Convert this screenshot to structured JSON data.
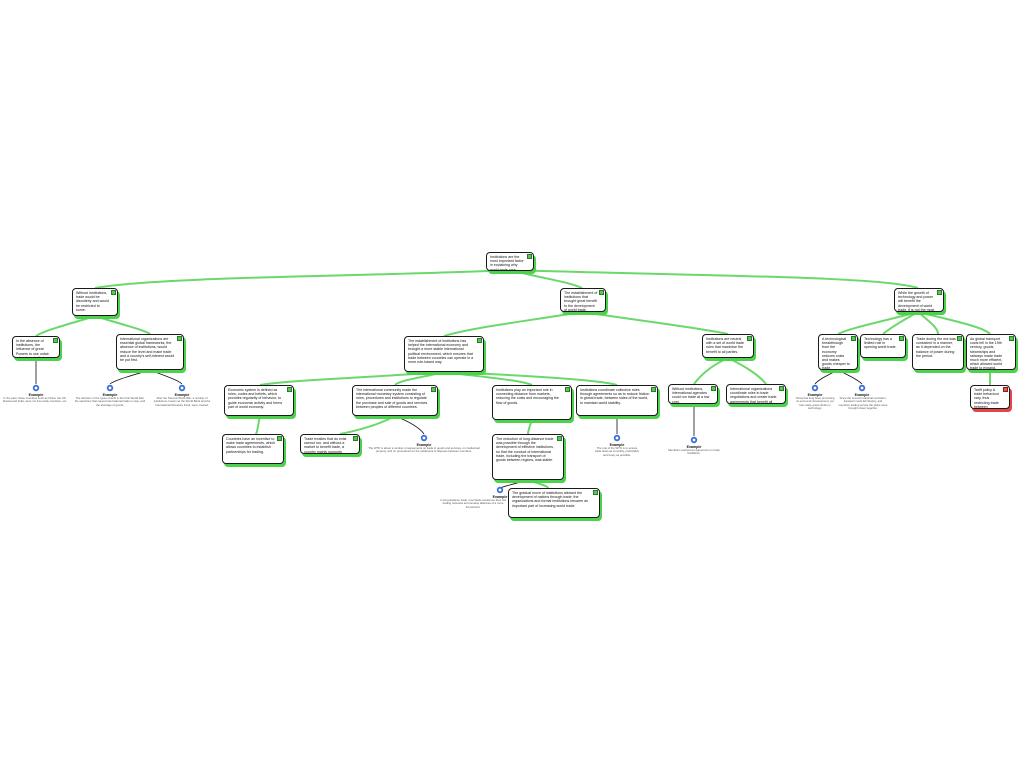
{
  "colors": {
    "accent_green": "#4cd24c",
    "accent_red": "#e04848",
    "link_line": "#6ad86a",
    "border": "#1a1a1a"
  },
  "root": "Institutions are the most important factor in explaining why world trade rose.",
  "branches": {
    "b1": "Without institutions, trade would be disorderly and would be restricted to some.",
    "b2": "The establishment of institutions that brought great benefit to the development of world trade.",
    "b3": "While the growth of technology and power will benefit the development of world trade, it is not the most important reason."
  },
  "level2": {
    "n1": "In the absence of institutions, the influence of great Powers to use unfair advantage to their own benefit.",
    "n2": "International organizations are essential global frameworks; the absence of institutions, would reduce the level and make trade and a country's self-interest would be put first.",
    "n3": "The establishment of institutions has helped the international economy and brought a more stable international political environment, which ensures that trade between countries can operate in a more rule-based way.",
    "n4": "Institutions are neutral with a set of world trade rules that maximise the benefit to all parties.",
    "n5": "A technological breakthrough from the economy reduces costs and makes goods cheaper to trade.",
    "n6": "Technology has a limited role in opening world trade.",
    "n7": "Trade during the era was consistent in a manner, as it depended on the balance of power during the period.",
    "n8": "As global transport costs fell in the 19th century, goods, steamships and railways made trade much more efficient, which allowed world trade to expand."
  },
  "level3": {
    "c1": "Economic system is defined as rules, codes and beliefs, which provides regularity of behavior, to guide economic activity and forms part of world economy.",
    "c2": "The international community made the international monetary system consisting of rules, procedures and institutions to regulate the purchase and sale of goods and services between peoples of different countries.",
    "c3": "Institutions play an important role in connecting distance from markets, reducing the costs and encouraging the flow of goods.",
    "c4": "Institutions coordinate collective rules through agreements so as to reduce friction in global trade, between sides of the world, to maintain world stability.",
    "c5": "Without institutions, international agencies could run trade at a low cost.",
    "c6": "International organizations coordinate rules in trade negotiations and create trade agreements that benefit all countries.",
    "c7": "Tariff policy & trade behaviour vary, thus restricting trade between economies."
  },
  "level4": {
    "d1": "Countries have an incentive to make trade agreements, which allows countries to establish partnerships for trading.",
    "d2": "Trade treaties that do exist cannot run, and without a market to benefit trade, a country mainly supports international trade.",
    "d3": "The reduction of long-distance trade was possible through the development of effective institutions, so that the conduct of international trade, including the transport of goods between regions, was stable.",
    "d4": "The gradual move of institutions allowed the development of nations through trade; the organizations and formal institutions became an important part of increasing world trade."
  },
  "example_label": "Example",
  "notes": {
    "e1": "In the past, these countries such as China, the UK, Russia and India, were not free trade countries, etc.",
    "e2": "The decision of the types of debt in the First World War, the sanctions that caused international trade to stop, and the shortage of goods.",
    "e3": "After the Second World War, a number of institutions, known as the World Bank and the International Monetary Fund, were created.",
    "e4": "The WTO is about a number of agreements on trade in goods and services, on intellectual property, and on procedures for the settlement of disputes between members.",
    "e5": "The role of the WTO is to ensure trade flows as smoothly, predictably and freely as possible.",
    "e6": "Members reached an agreement on trade facilitation.",
    "e7": "China has long been promoting its economic development, yet has made great strides in technology.",
    "e8": "Since the second industrial revolution, transport costs fell sharply, and countries trading across the globe were brought closer together.",
    "e9": "In long-distance trade, merchants would use their old trading networks and develop alliances of a more formal kind."
  }
}
